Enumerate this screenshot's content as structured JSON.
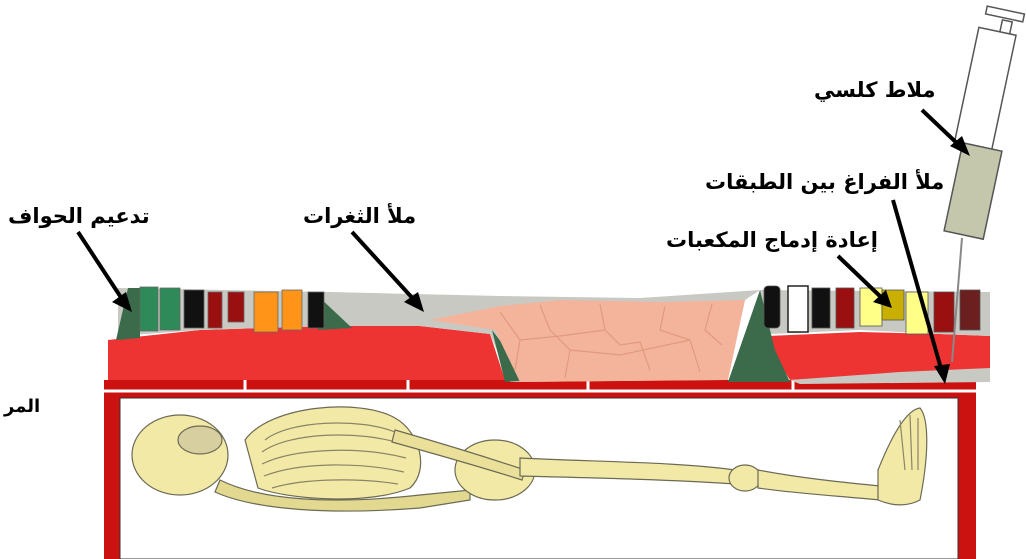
{
  "labels": {
    "mortar": "ملاط كلسي",
    "fill_layers": "ملأ الفراغ بين الطبقات",
    "reintegrate": "إعادة إدماج المكعبات",
    "fill_gaps": "ملأ الثغرات",
    "edge_support": "تدعيم الحواف",
    "side_cut": "المر"
  },
  "colors": {
    "frame_red": "#cc1111",
    "mortar_red": "#ee3333",
    "fill_grey": "#c9c9c3",
    "edge_green": "#3b6b4a",
    "tile_pink": "#f4b49c",
    "bone": "#f3e9a6",
    "syringe_body": "#c5c7ac"
  },
  "tesserae_left": [
    "#2f8a59",
    "#2f8a59",
    "#111111",
    "#9a0f0f",
    "#ff9419",
    "#ff9419",
    "#111111"
  ],
  "tesserae_right": [
    "#111111",
    "#ffffff",
    "#111111",
    "#9a0f0f",
    "#c9b000",
    "#ffff88",
    "#9a0f0f",
    "#6b1f1f"
  ]
}
